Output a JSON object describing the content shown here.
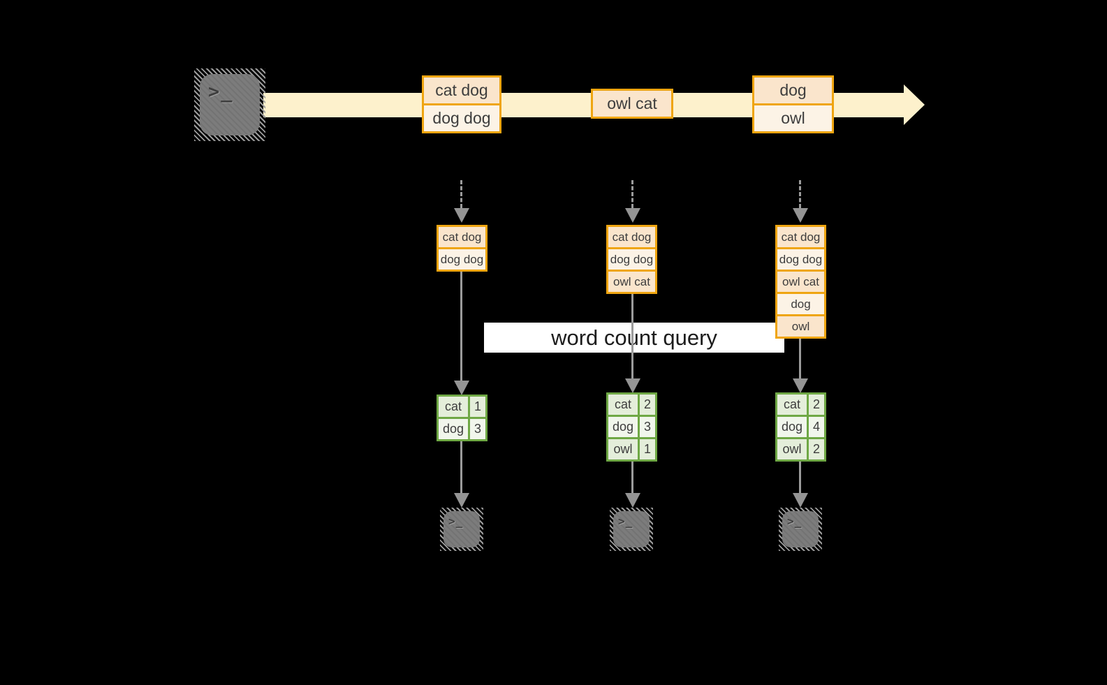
{
  "banner": {
    "label": "word count query"
  },
  "terminal_glyph": ">_",
  "stream_messages": [
    {
      "rows": [
        "cat dog",
        "dog dog"
      ]
    },
    {
      "rows": [
        "owl cat"
      ]
    },
    {
      "rows": [
        "dog",
        "owl"
      ]
    }
  ],
  "columns": [
    {
      "buffer_rows": [
        "cat dog",
        "dog dog"
      ],
      "count_table": [
        {
          "word": "cat",
          "count": "1"
        },
        {
          "word": "dog",
          "count": "3"
        }
      ]
    },
    {
      "buffer_rows": [
        "cat dog",
        "dog dog",
        "owl cat"
      ],
      "count_table": [
        {
          "word": "cat",
          "count": "2"
        },
        {
          "word": "dog",
          "count": "3"
        },
        {
          "word": "owl",
          "count": "1"
        }
      ]
    },
    {
      "buffer_rows": [
        "cat dog",
        "dog dog",
        "owl cat",
        "dog",
        "owl"
      ],
      "count_table": [
        {
          "word": "cat",
          "count": "2"
        },
        {
          "word": "dog",
          "count": "4"
        },
        {
          "word": "owl",
          "count": "2"
        }
      ]
    }
  ],
  "colors": {
    "background": "#000000",
    "stream_band": "#fdf1cc",
    "message_border": "#efa511",
    "message_fill_dark": "#fae5cc",
    "message_fill_light": "#fcf3e6",
    "table_border": "#6fa845",
    "table_fill_dark": "#e4eeda",
    "table_fill_light": "#f1f6ec",
    "arrow_gray": "#9b9b9b",
    "terminal_fill": "#7c7c7c",
    "banner_bg": "#ffffff",
    "text": "#3d3d3d"
  }
}
